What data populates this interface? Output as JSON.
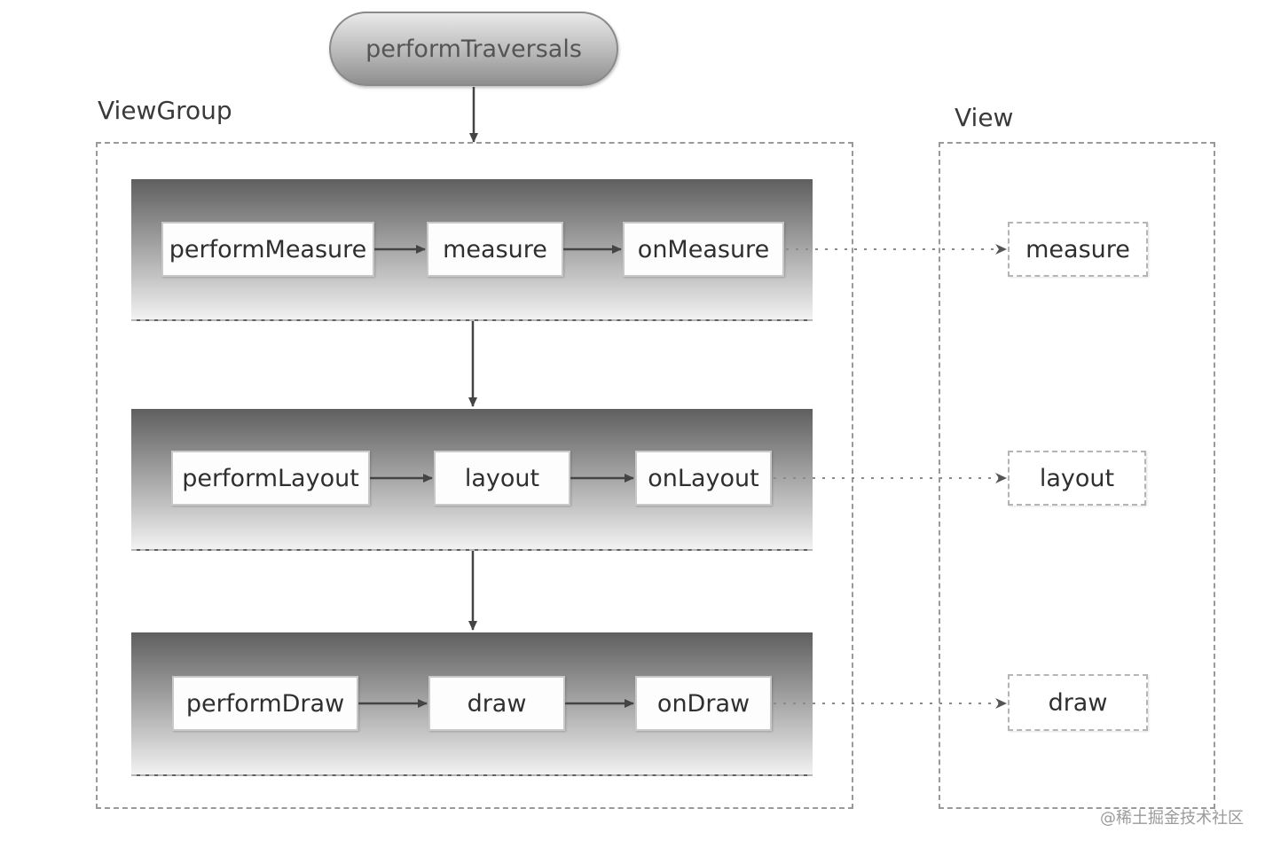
{
  "top": {
    "label": "performTraversals"
  },
  "groups": {
    "viewgroup_label": "ViewGroup",
    "view_label": "View"
  },
  "rows": [
    {
      "perform": "performMeasure",
      "method": "measure",
      "on": "onMeasure",
      "view": "measure"
    },
    {
      "perform": "performLayout",
      "method": "layout",
      "on": "onLayout",
      "view": "layout"
    },
    {
      "perform": "performDraw",
      "method": "draw",
      "on": "onDraw",
      "view": "draw"
    }
  ],
  "watermark": "@稀土掘金技术社区",
  "colors": {
    "arrow": "#444444",
    "dotted": "#8a8a8a"
  }
}
